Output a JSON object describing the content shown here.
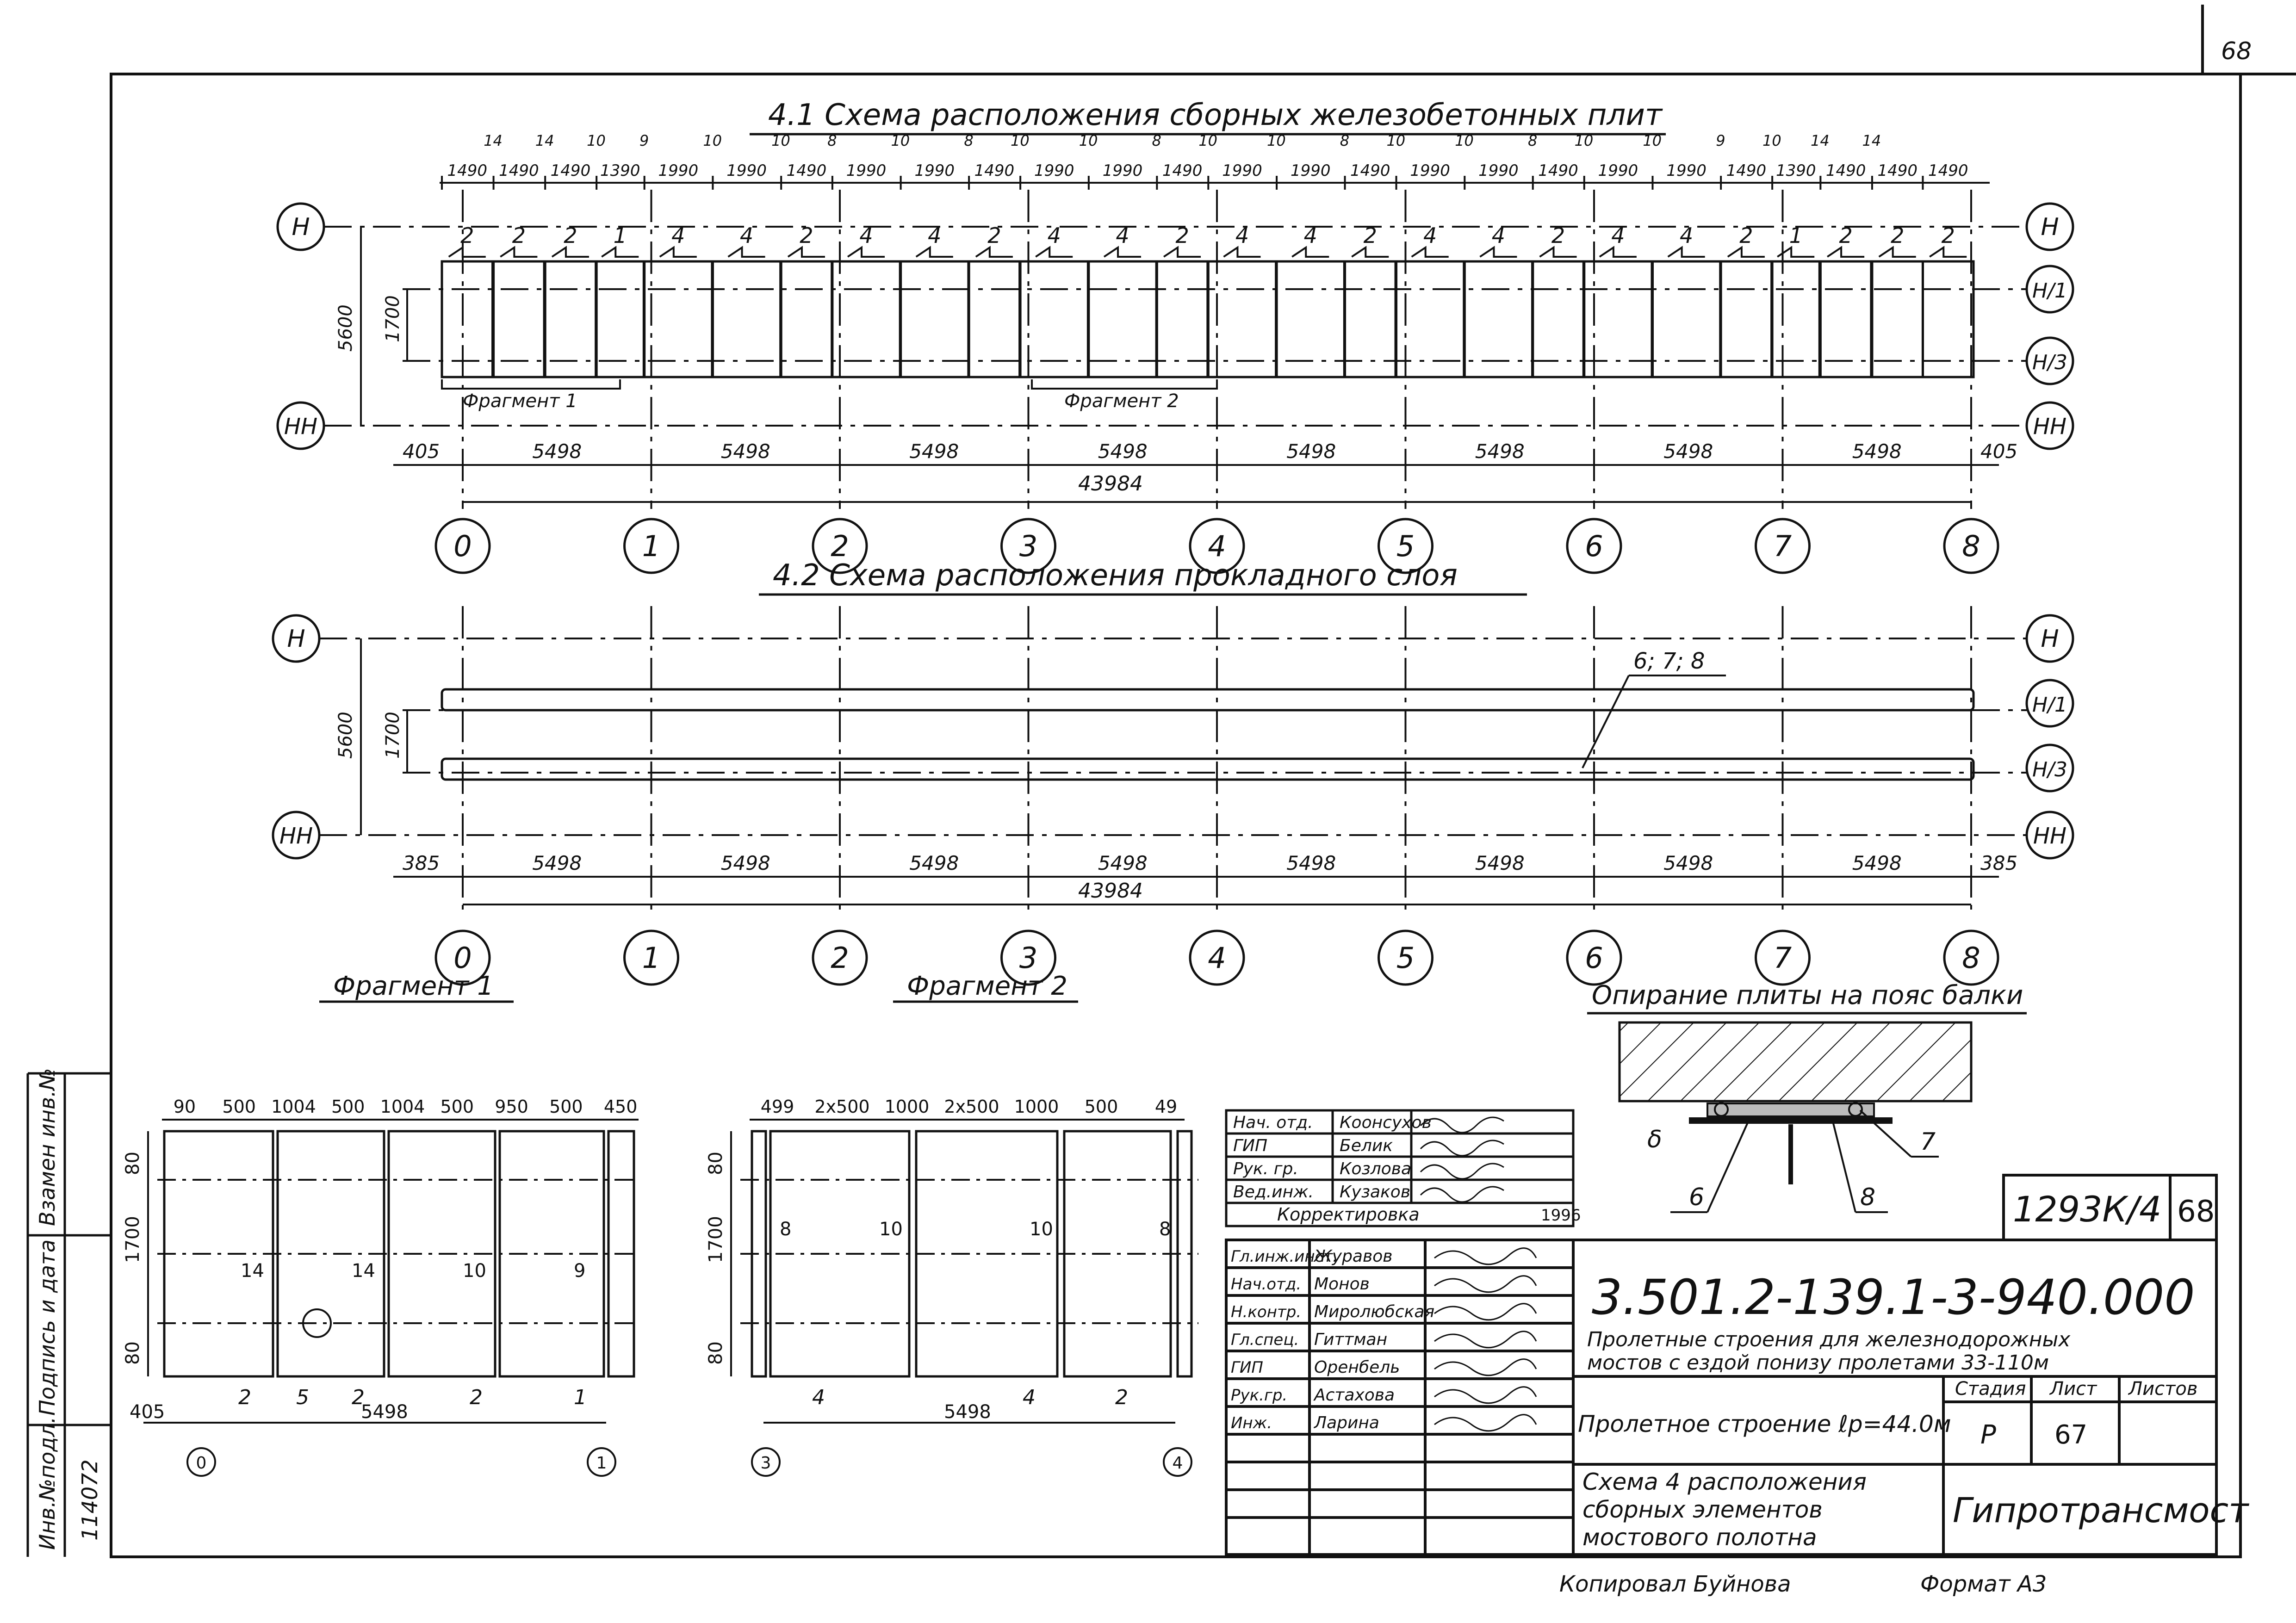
{
  "sheet": {
    "corner_number": "68",
    "side_stamp": {
      "inv_label": "Инв.№подл.",
      "inv_value": "114072",
      "sign_label": "Подпись и дата",
      "repl_label": "Взамен инв.№"
    }
  },
  "section_1": {
    "title": "4.1  Схема расположения сборных железобетонных плит",
    "top_gaps": [
      "14",
      "14",
      "10",
      "9",
      "10",
      "10",
      "8",
      "10",
      "8",
      "10",
      "10",
      "8",
      "10",
      "10",
      "8",
      "10",
      "10",
      "8",
      "10",
      "10",
      "9",
      "10",
      "14",
      "14"
    ],
    "top_widths": [
      "1490",
      "1490",
      "1490",
      "1390",
      "1990",
      "1990",
      "1490",
      "1990",
      "1990",
      "1490",
      "1990",
      "1990",
      "1490",
      "1990",
      "1990",
      "1490",
      "1990",
      "1990",
      "1490",
      "1990",
      "1990",
      "1490",
      "1390",
      "1490",
      "1490",
      "1490"
    ],
    "slab_types": [
      "2",
      "2",
      "2",
      "1",
      "4",
      "4",
      "2",
      "4",
      "4",
      "2",
      "4",
      "4",
      "2",
      "4",
      "4",
      "2",
      "4",
      "4",
      "2",
      "4",
      "4",
      "2",
      "1",
      "2",
      "2",
      "2"
    ],
    "row_labels": {
      "top": "Н",
      "mid1": "Н/1",
      "mid3": "Н/3",
      "bottom": "НН"
    },
    "dim_5600": "5600",
    "dim_1700": "1700",
    "fragment_1": "Фрагмент 1",
    "fragment_2": "Фрагмент 2",
    "edge_left": "405",
    "edge_right": "405",
    "span": "5498",
    "total": "43984",
    "axes": [
      "0",
      "1",
      "2",
      "3",
      "4",
      "5",
      "6",
      "7",
      "8"
    ]
  },
  "section_2": {
    "title": "4.2  Схема расположения прокладного слоя",
    "callout": "6; 7; 8",
    "dim_5600": "5600",
    "dim_1700": "1700",
    "edge_left": "385",
    "edge_right": "385",
    "span": "5498",
    "total": "43984",
    "axes": [
      "0",
      "1",
      "2",
      "3",
      "4",
      "5",
      "6",
      "7",
      "8"
    ]
  },
  "fragment_1": {
    "title": "Фрагмент 1",
    "top_dims": [
      "90",
      "500",
      "1004",
      "500",
      "1004",
      "500",
      "950",
      "500",
      "450"
    ],
    "side_dims": [
      "80",
      "1700",
      "80"
    ],
    "gap_labels": [
      "14",
      "14",
      "10",
      "9"
    ],
    "slab_marks": [
      "2",
      "2",
      "2",
      "1"
    ],
    "circle_mark": "5",
    "edge": "405",
    "span": "5498",
    "axes": [
      "0",
      "1"
    ]
  },
  "fragment_2": {
    "title": "Фрагмент 2",
    "top_dims": [
      "499",
      "2x500",
      "1000",
      "2x500",
      "1000",
      "500",
      "49"
    ],
    "side_dims": [
      "80",
      "1700",
      "80"
    ],
    "gap_labels": [
      "8",
      "10",
      "10",
      "8"
    ],
    "slab_marks": [
      "4",
      "4",
      "2"
    ],
    "span": "5498",
    "axes": [
      "3",
      "4"
    ]
  },
  "support_detail": {
    "title": "Опирание плиты на пояс балки",
    "marks": [
      "6",
      "7",
      "8"
    ],
    "delta": "δ"
  },
  "revision_block": {
    "rows": [
      {
        "role": "Нач. отд.",
        "name": "Коонсухов"
      },
      {
        "role": "ГИП",
        "name": "Белик"
      },
      {
        "role": "Рук. гр.",
        "name": "Козлова"
      },
      {
        "role": "Вед.инж.",
        "name": "Кузаков"
      }
    ],
    "correction_label": "Корректировка",
    "correction_year": "1996"
  },
  "title_block": {
    "sheet_ref": "1293К/4",
    "sheet_ref_num": "68",
    "designation": "3.501.2-139.1-3-940.000",
    "subtitle_1": "Пролетные строения для железнодорожных",
    "subtitle_2": "мостов с ездой понизу пролетами 33-110м",
    "stage_label": "Стадия",
    "sheet_label": "Лист",
    "sheets_label": "Листов",
    "stage_value": "Р",
    "sheet_value": "67",
    "object_name": "Пролетное строение ℓр=44.0м",
    "drawing_title_1": "Схема 4 расположения",
    "drawing_title_2": "сборных элементов",
    "drawing_title_3": "мостового полотна",
    "organization": "Гипротрансмост",
    "staff": [
      {
        "role": "Гл.инж.инст.",
        "name": "Журавов"
      },
      {
        "role": "Нач.отд.",
        "name": "Монов"
      },
      {
        "role": "Н.контр.",
        "name": "Миролюбская"
      },
      {
        "role": "Гл.спец.",
        "name": "Гиттман"
      },
      {
        "role": "ГИП",
        "name": "Оренбель"
      },
      {
        "role": "Рук.гр.",
        "name": "Астахова"
      },
      {
        "role": "Инж.",
        "name": "Ларина"
      }
    ]
  },
  "footer": {
    "copied": "Копировал Буйнова",
    "format": "Формат А3"
  }
}
